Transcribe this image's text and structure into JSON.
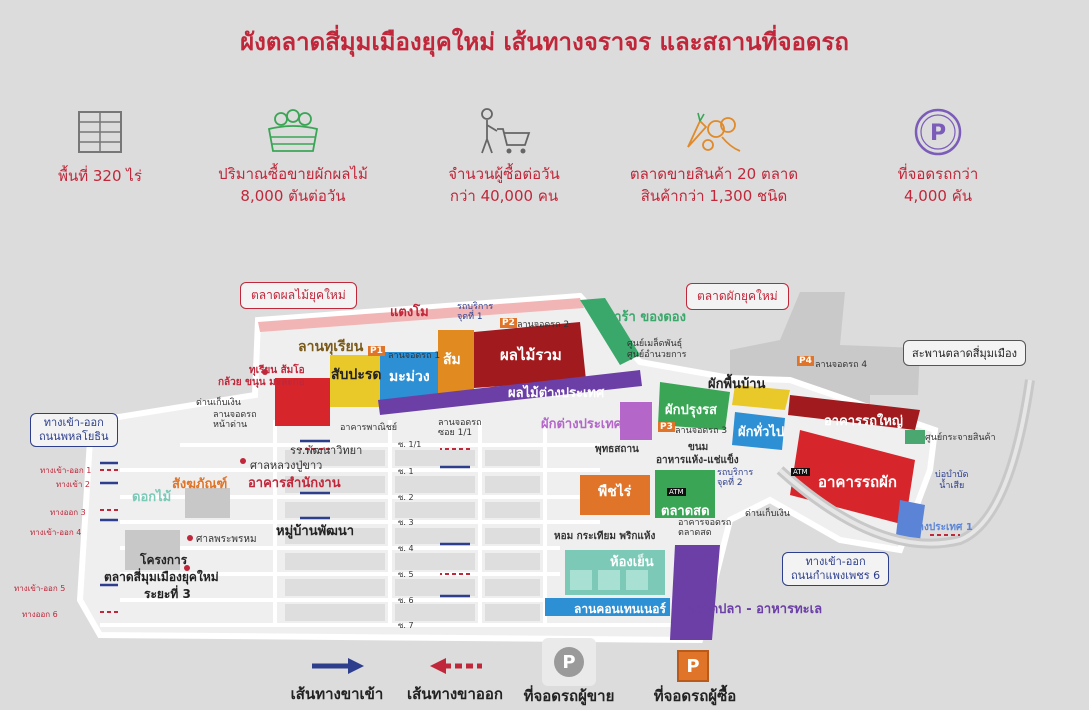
{
  "title": "ผังตลาดสี่มุมเมืองยุคใหม่ เส้นทางจราจร และสถานที่จอดรถ",
  "stats": [
    {
      "icon": "grid-area-icon",
      "line1": "พื้นที่ 320 ไร่",
      "line2": ""
    },
    {
      "icon": "produce-basket-icon",
      "line1": "ปริมาณซื้อขายผักผลไม้",
      "line2": "8,000 ตันต่อวัน"
    },
    {
      "icon": "shopper-cart-icon",
      "line1": "จำนวนผู้ซื้อต่อวัน",
      "line2": "กว่า 40,000 คน"
    },
    {
      "icon": "groceries-icon",
      "line1": "ตลาดขายสินค้า 20 ตลาด",
      "line2": "สินค้ากว่า 1,300 ชนิด"
    },
    {
      "icon": "parking-circle-icon",
      "line1": "ที่จอดรถกว่า",
      "line2": "4,000 คัน"
    }
  ],
  "map": {
    "label_fruit_market": "ตลาดผลไม้ยุคใหม่",
    "label_veg_market": "ตลาดผักยุคใหม่",
    "label_bridge": "สะพานตลาดสี่มุมเมือง",
    "label_entry_phahon": [
      "ทางเข้า-ออก",
      "ถนนพหลโยธิน"
    ],
    "label_entry_kamphaeng": [
      "ทางเข้า-ออก",
      "ถนนกำแพงเพชร 6"
    ],
    "zones": {
      "taengmo": "แตงโม",
      "lanthurian": "ลานทุเรียน",
      "sapparot": "สับปะรด",
      "mamuang": "มะม่วง",
      "som": "ส้ม",
      "phonlamai_ruam": "ผลไม้รวม",
      "phonlamai_tangprathet": "ผลไม้ต่างประเทศ",
      "plara": "ปลาร้า ของดอง",
      "phak_phuenban": "ผักพื้นบ้าน",
      "phak_prungrot": "ผักปรุงรส",
      "phak_tangprathet2": "ผักต่างประเทศ 2",
      "phak_thuapai": "ผักทั่วไป",
      "akhan_rot_yai": "อาคารรถใหญ่",
      "akhan_rot_phak": "อาคารรถผัก",
      "phuetrai": "พืชไร่",
      "talat_sot": "ตลาดสด",
      "hong_yen": "ห้องเย็น",
      "lan_container": "ลานคอนเทนเนอร์",
      "talat_pla": "ตลาดปลา - อาหารทะเล",
      "dokmai": "ดอกไม้",
      "sangkhaphan": "สังฆภัณฑ์",
      "akhan_samnakngan": "อาคารสำนักงาน",
      "muban": "หมู่บ้านพัฒนา",
      "project3": [
        "โครงการ",
        "ตลาดสี่มุมเมืองยุคใหม่",
        "ระยะที่ 3"
      ],
      "phak_tangprathet1": "ผักต่างประเทศ 1",
      "durian_etc": [
        "ทุเรียน ส้มโอ",
        "กล้วย ขนุน มะละกอ"
      ],
      "phutsanam": "พุทธสถาน",
      "khanom": "ขนม",
      "akhan_haeng": "อาหารแห้ง-แช่แข็ง",
      "hom_krathiam": "หอม กระเทียม พริกแห้ง"
    },
    "small_labels": {
      "lan_jod_1": "ลานจอดรถ 1",
      "lan_jod_2": "ลานจอดรถ 2",
      "lan_jod_3": "ลานจอดรถ 3",
      "lan_jod_4": "ลานจอดรถ 4",
      "lan_jod_soi": "ลานจอดรถ ซอย 1/1",
      "lan_jod_front": "ลานจอดรถ หน้าด่าน",
      "shuttle1": "รถบริการ จุดที่ 1",
      "shuttle2": "รถบริการ จุดที่ 2",
      "seed_center": "ศูนย์เมล็ดพันธุ์",
      "service_center": "ศูนย์อำนวยการ",
      "commerce_building": "อาคารพาณิชย์",
      "school": "รร.พัฒนาวิทยา",
      "shrine_grandpa": "ศาลหลวงปู่ขาว",
      "shrine_brahma": "ศาลพระพรหม",
      "toll1": "ด่านเก็บเงิน",
      "toll2": "ด่านเก็บเงิน",
      "distribution_center": "ศูนย์กระจายสินค้า",
      "wastewater": [
        "บ่อบำบัด",
        "น้ำเสีย"
      ],
      "fresh_parking": [
        "อาคารจอดรถ",
        "ตลาดสด"
      ],
      "atm1": "ATM",
      "atm2": "ATM"
    },
    "gates": [
      "ทางเข้า-ออก 1",
      "ทางเข้า 2",
      "ทางออก 3",
      "ทางเข้า-ออก 4",
      "ทางเข้า-ออก 5",
      "ทางออก 6"
    ],
    "roads": [
      "ซ. 1/1",
      "ซ. 1",
      "ซ. 2",
      "ซ. 3",
      "ซ. 4",
      "ซ. 5",
      "ซ. 6",
      "ซ. 7"
    ],
    "parking_codes": [
      "P1",
      "P2",
      "P3",
      "P4"
    ]
  },
  "legend": {
    "inbound": "เส้นทางขาเข้า",
    "outbound": "เส้นทางขาออก",
    "seller_parking": "ที่จอดรถผู้ขาย",
    "buyer_parking": "ที่จอดรถผู้ซื้อ",
    "p_letter": "P"
  },
  "colors": {
    "title_red": "#c0273a",
    "inbound_blue": "#2c3e8c",
    "outbound_red": "#c0273a",
    "orange_parking": "#e0752a"
  }
}
